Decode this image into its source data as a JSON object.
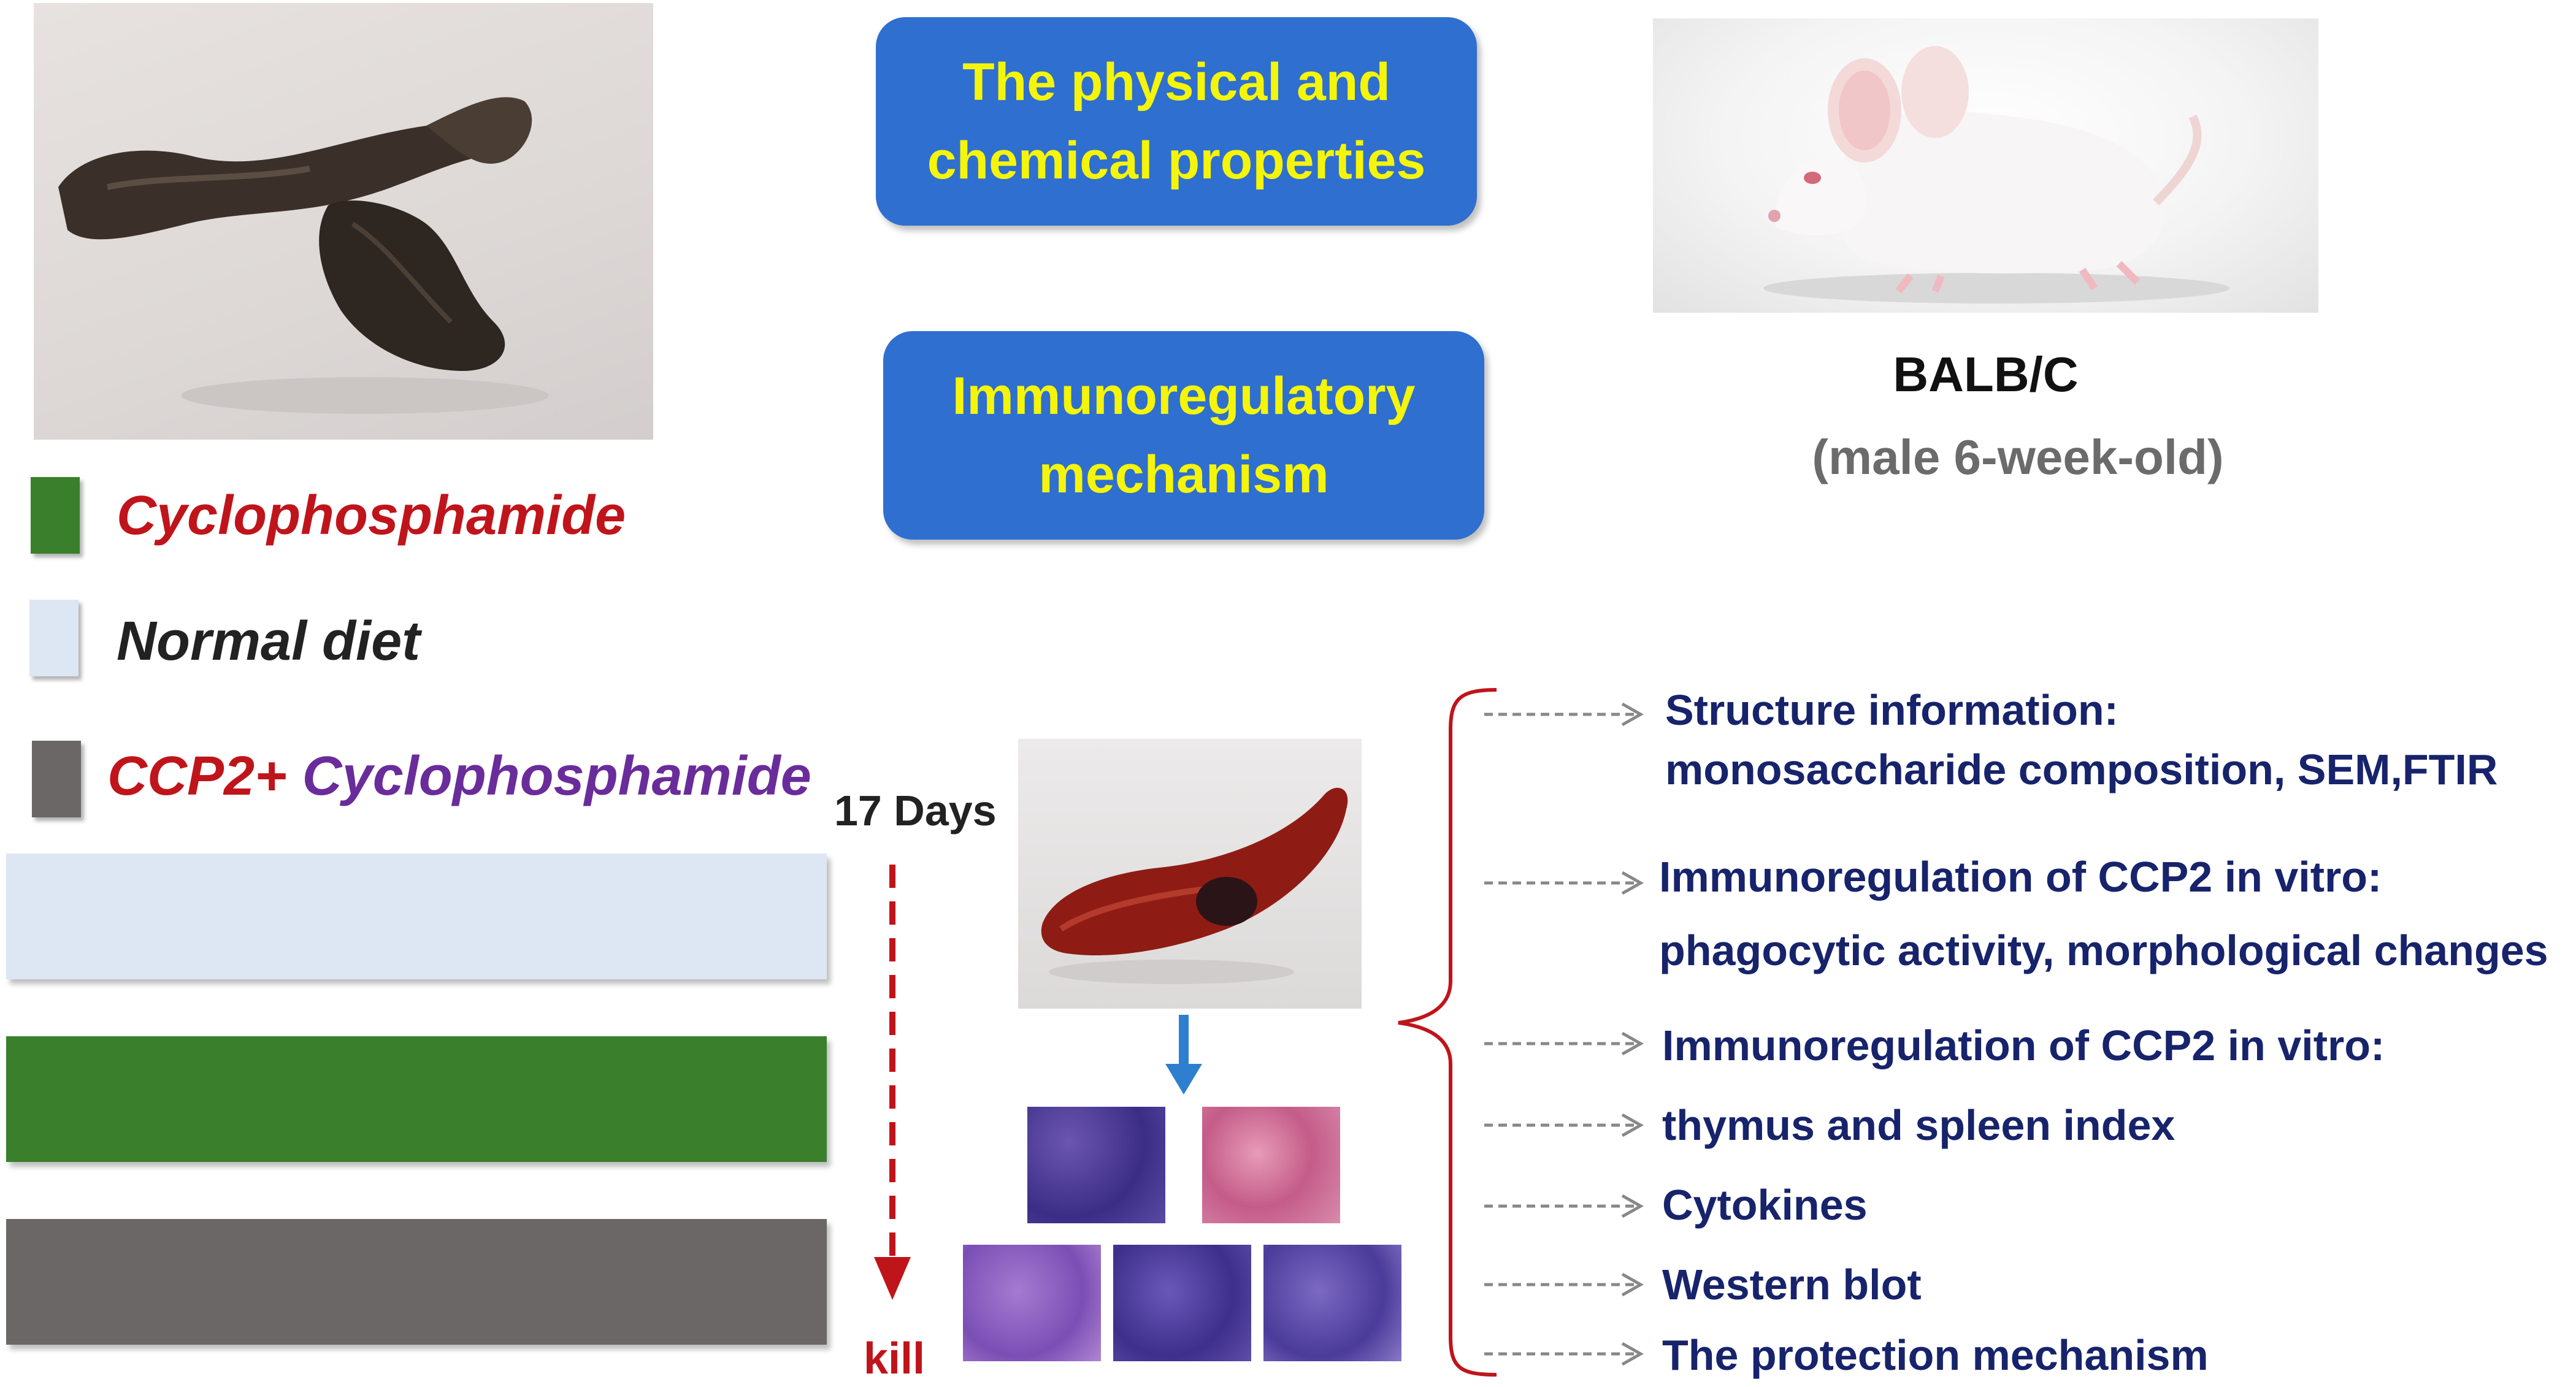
{
  "boxes": {
    "box1_line1": "The physical and",
    "box1_line2": "chemical properties",
    "box2_line1": "Immunoregulatory",
    "box2_line2": "mechanism"
  },
  "mouse": {
    "strain": "BALB/C",
    "description": "(male 6-week-old)"
  },
  "legend": [
    {
      "label": "Cyclophosphamide",
      "color": "#3a7f2c"
    },
    {
      "label": "Normal diet",
      "color": "#dde7f3"
    },
    {
      "label_a": "CCP2+",
      "label_b": " Cyclophosphamide",
      "color": "#6b6767"
    }
  ],
  "groups": [
    {
      "color": "#dde7f3"
    },
    {
      "color": "#3a7f2c"
    },
    {
      "color": "#6b6767"
    }
  ],
  "timeline": {
    "duration": "17 Days",
    "endpoint": "kill"
  },
  "outcomes": [
    {
      "line1": "Structure information:",
      "line2": "monosaccharide composition, SEM,FTIR"
    },
    {
      "line1": "Immunoregulation of CCP2  in vitro:",
      "line2": "phagocytic activity, morphological changes"
    },
    {
      "line1": "Immunoregulation of CCP2  in vitro:"
    },
    {
      "line1": "thymus and spleen index"
    },
    {
      "line1": "Cytokines"
    },
    {
      "line1": "Western blot"
    },
    {
      "line1": "The protection mechanism"
    }
  ],
  "colors": {
    "box_blue": "#2f6fcf",
    "box_text": "#f5f50a",
    "label_red": "#c0141b",
    "label_purple": "#6a2c9a",
    "outcome_navy": "#17236b",
    "brace_red": "#c0141b",
    "arrow_blue": "#2f7fd0"
  },
  "icons": [
    "dried-fungus-photo",
    "mouse-photo",
    "spleen-photo",
    "histology-micrographs",
    "down-arrow-icon",
    "dashed-right-arrow-icon",
    "curly-brace-icon"
  ]
}
